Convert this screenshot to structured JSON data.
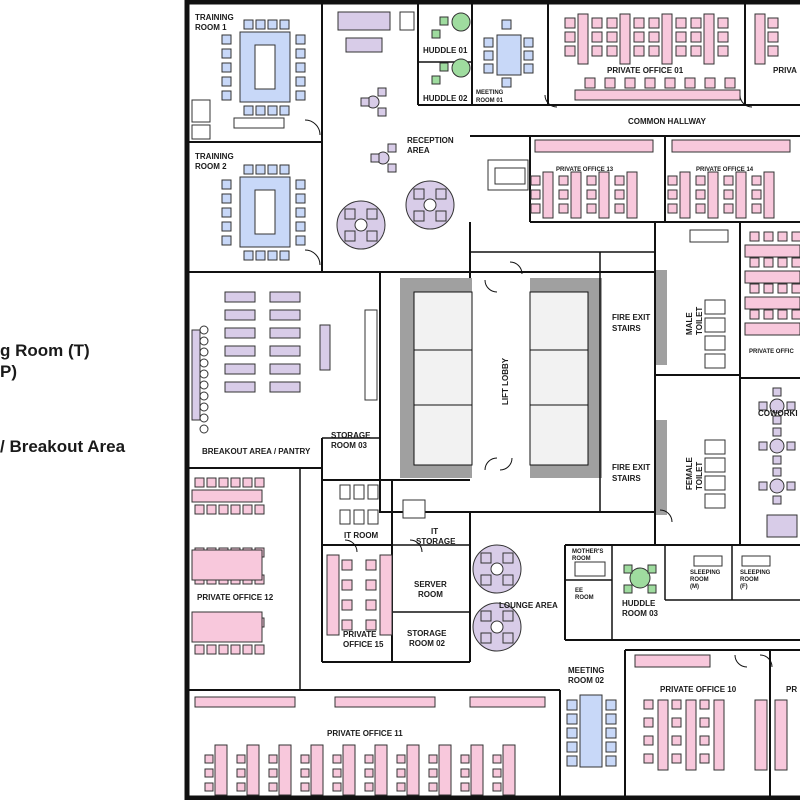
{
  "colors": {
    "wall": "#111111",
    "pink": "#f8c8dc",
    "blue": "#c8d8f8",
    "purple": "#d8cce8",
    "green": "#9fdc9f",
    "grey": "#a0a0a0",
    "light": "#f2f2f2"
  },
  "legend": {
    "training": "g Room (T)",
    "pantry": "P)",
    "breakout": "/ Breakout Area"
  },
  "rooms": {
    "training_room_1": [
      "TRAINING",
      "ROOM 1"
    ],
    "training_room_2": [
      "TRAINING",
      "ROOM 2"
    ],
    "huddle_01": "HUDDLE 01",
    "huddle_02": "HUDDLE 02",
    "meeting_room_01": [
      "MEETING",
      "ROOM 01"
    ],
    "private_office_01": "PRIVATE OFFICE 01",
    "private_office_right_top": "PRIVA",
    "common_hallway": "COMMON HALLWAY",
    "reception": [
      "RECEPTION",
      "AREA"
    ],
    "private_office_13": "PRIVATE OFFICE 13",
    "private_office_14": "PRIVATE OFFICE 14",
    "lift_lobby": "LIFT LOBBY",
    "fire_exit_top": [
      "FIRE EXIT",
      "STAIRS"
    ],
    "fire_exit_bottom": [
      "FIRE EXIT",
      "STAIRS"
    ],
    "male_toilet": [
      "MALE",
      "TOILET"
    ],
    "female_toilet": [
      "FEMALE",
      "TOILET"
    ],
    "private_office_right_mid": "PRIVATE OFFIC",
    "coworking": "COWORKI",
    "breakout_pantry": "BREAKOUT AREA / PANTRY",
    "storage_room_03": [
      "STORAGE",
      "ROOM 03"
    ],
    "it_room": "IT ROOM",
    "it_storage": [
      "IT",
      "STORAGE"
    ],
    "server_room": [
      "SERVER",
      "ROOM"
    ],
    "storage_room_02": [
      "STORAGE",
      "ROOM 02"
    ],
    "lounge_area": "LOUNGE AREA",
    "mothers_room": [
      "MOTHER'S",
      "ROOM"
    ],
    "ee_room": [
      "EE",
      "ROOM"
    ],
    "huddle_03": [
      "HUDDLE",
      "ROOM 03"
    ],
    "sleeping_m": [
      "SLEEPING",
      "ROOM",
      "(M)"
    ],
    "sleeping_f": [
      "SLEEPING",
      "ROOM",
      "(F)"
    ],
    "private_office_12": "PRIVATE OFFICE 12",
    "private_office_15": [
      "PRIVATE",
      "OFFICE 15"
    ],
    "meeting_room_02": [
      "MEETING",
      "ROOM 02"
    ],
    "private_office_10": "PRIVATE OFFICE 10",
    "private_office_right_bottom": "PR",
    "private_office_11": "PRIVATE OFFICE 11"
  }
}
